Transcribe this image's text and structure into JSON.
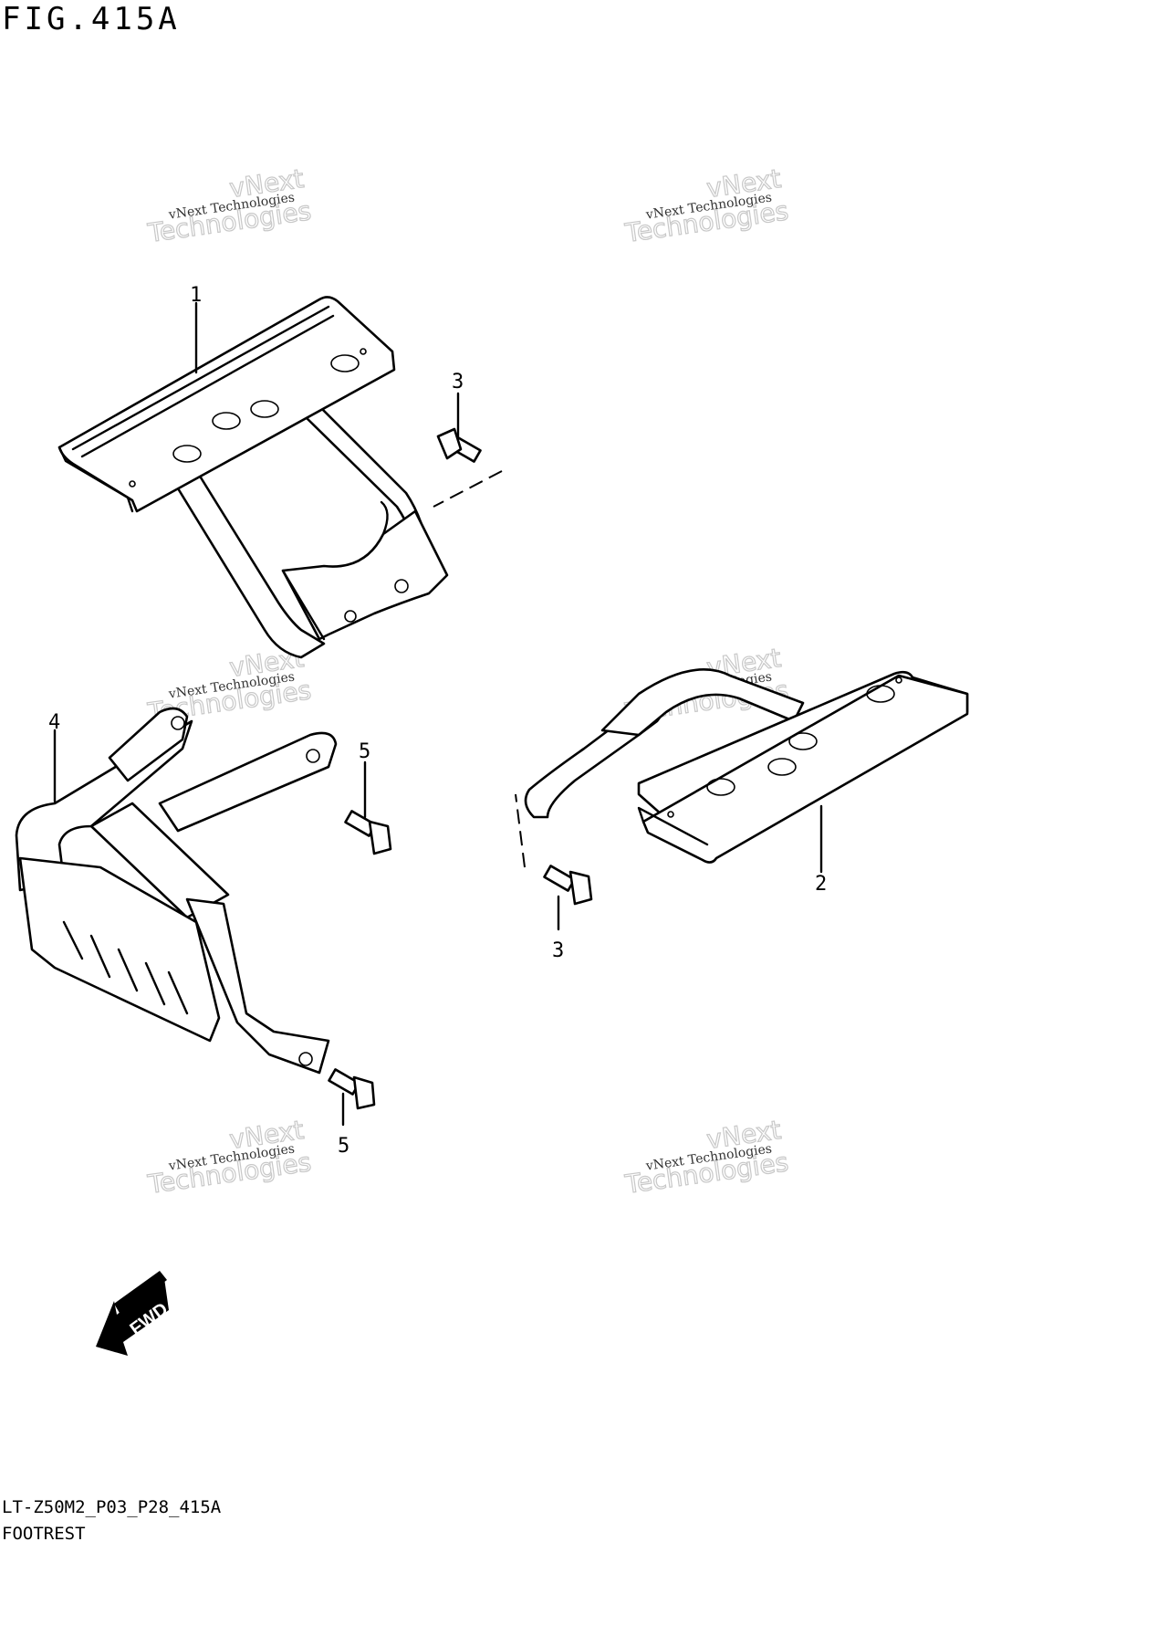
{
  "figure": {
    "title": "FIG.415A",
    "code": "LT-Z50M2_P03_P28_415A",
    "name": "FOOTREST"
  },
  "callouts": [
    "1",
    "2",
    "3",
    "3",
    "4",
    "5",
    "5"
  ],
  "fwd_label": "FWD",
  "watermark": {
    "line_small": "vNext Technologies",
    "line_big_1": "vNext",
    "line_big_2": "Technologies"
  }
}
